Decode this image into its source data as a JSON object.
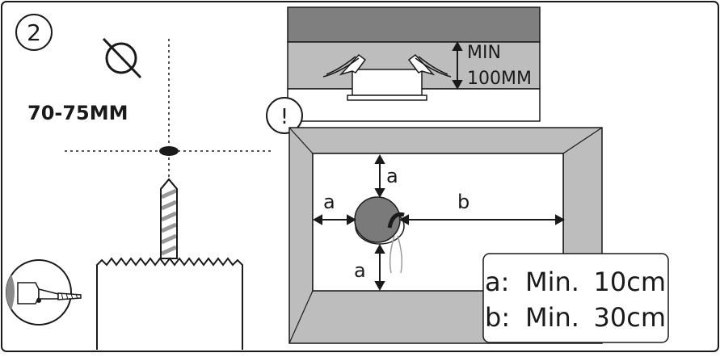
{
  "step": {
    "number": "2"
  },
  "hole": {
    "diameter_label": "70-75MM"
  },
  "ceiling_section": {
    "min_depth_label_line1": "MIN",
    "min_depth_label_line2": "100MM"
  },
  "warning": {
    "symbol": "!"
  },
  "clearance": {
    "label_a": "a",
    "label_b": "b"
  },
  "legend": {
    "rows": [
      {
        "key": "a:",
        "text": "Min.",
        "value": "10cm"
      },
      {
        "key": "b:",
        "text": "Min.",
        "value": "30cm"
      }
    ]
  },
  "colors": {
    "line": "#1a1a1a",
    "wall": "#bdbdbd",
    "ceiling": "#7f7f7f",
    "fixture": "#7a7a7a"
  },
  "icons": [
    "diameter-icon",
    "drill-bit-icon",
    "hole-saw-icon",
    "drill-icon",
    "warning-icon",
    "dimension-arrow-icon"
  ]
}
